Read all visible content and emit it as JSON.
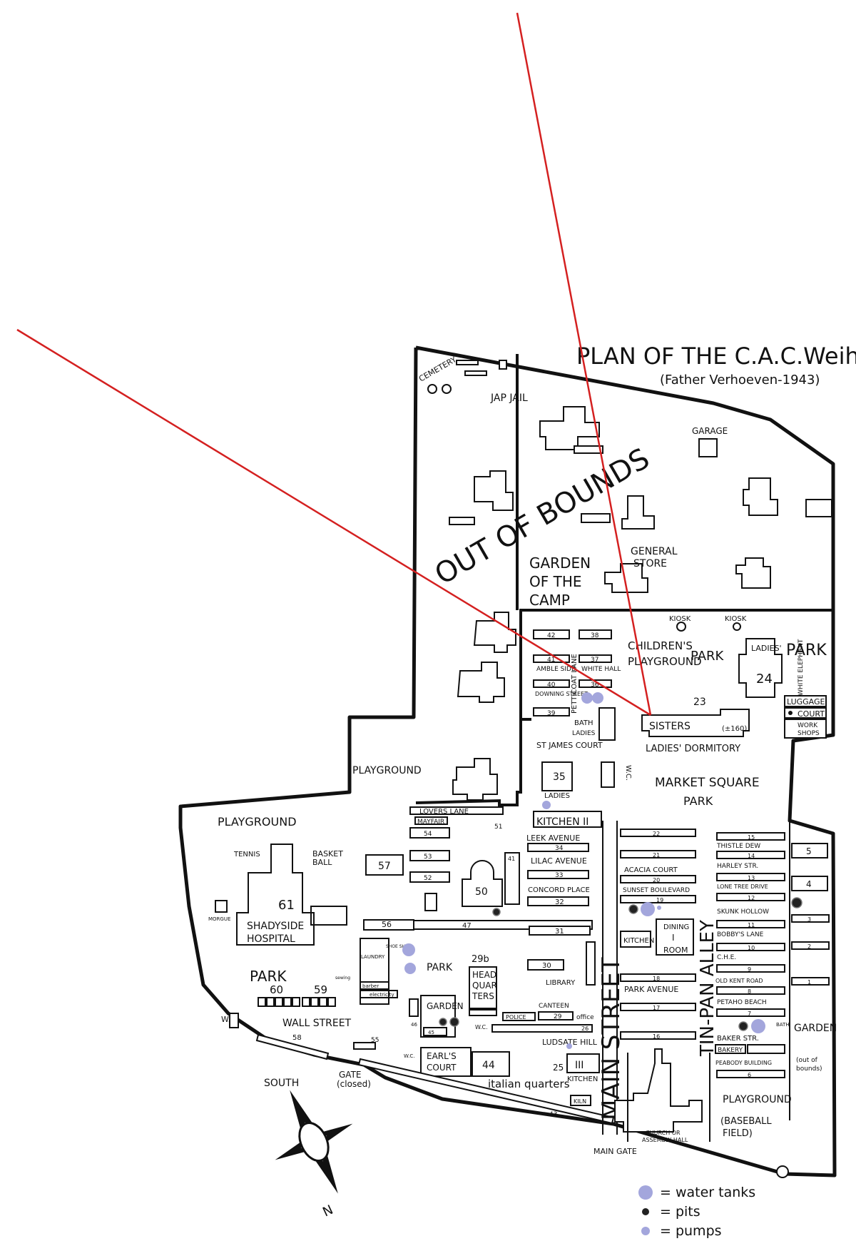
{
  "title": "PLAN OF THE C.A.C.Weihsien",
  "subtitle": "(Father Verhoeven-1943)",
  "colors": {
    "water_tank": "#a3a6dc",
    "pit": "#222222",
    "pump": "#a3a6dc",
    "pointer_line": "#d42020"
  },
  "labels": {
    "cemetery": "CEMETERY",
    "jap_jail": "JAP JAIL",
    "garage": "GARAGE",
    "out_of_bounds": "OUT OF BOUNDS",
    "garden_camp_1": "GARDEN",
    "garden_camp_2": "OF THE",
    "garden_camp_3": "CAMP",
    "general_store_1": "GENERAL",
    "general_store_2": "STORE",
    "kiosk_1": "KIOSK",
    "kiosk_2": "KIOSK",
    "childrens_1": "CHILDREN'S",
    "childrens_2": "PLAYGROUND",
    "park_top": "PARK",
    "park_right": "PARK",
    "ladies_24": "LADIES'",
    "n24": "24",
    "white_elephant": "WHITE ELEPHANT",
    "luggage": "LUGGAGE",
    "court": "COURT",
    "workshops_1": "WORK",
    "workshops_2": "SHOPS",
    "n23": "23",
    "sisters": "SISTERS",
    "sisters_count": "(±160)",
    "ladies_dorm": "LADIES' DORMITORY",
    "petticoat_lane": "PETTICOAT LANE",
    "b42": "42",
    "b38": "38",
    "b41": "41",
    "b37": "37",
    "b40": "40",
    "b36": "36",
    "b39": "39",
    "amble_side": "AMBLE SIDE",
    "white_hall": "WHITE HALL",
    "downing_street": "DOWNING STREET",
    "bath_ladies_1": "BATH",
    "bath_ladies_2": "LADIES",
    "st_james": "ST JAMES COURT",
    "n35": "35",
    "ladies_35": "LADIES",
    "wc_mid": "W.C.",
    "market_1": "MARKET SQUARE",
    "market_2": "PARK",
    "playground_mid": "PLAYGROUND",
    "lovers_lane": "LOVERS LANE",
    "mayfair": "MAYFAIR",
    "b54": "54",
    "b53": "53",
    "b52": "52",
    "b57": "57",
    "b50": "50",
    "b51": "51",
    "kitchen_ii": "KITCHEN II",
    "leek_avenue": "LEEK AVENUE",
    "b34": "34",
    "b33": "33",
    "b41b": "41",
    "lilac_avenue": "LILAC AVENUE",
    "concord_place": "CONCORD PLACE",
    "b32": "32",
    "b31": "31",
    "b47": "47",
    "b56": "56",
    "b30": "30",
    "playground_left": "PLAYGROUND",
    "tennis": "TENNIS",
    "basket_1": "BASKET",
    "basket_2": "BALL",
    "n61": "61",
    "shadyside_1": "SHADYSIDE",
    "shadyside_2": "HOSPITAL",
    "morgue": "MORGUE",
    "park_left": "PARK",
    "n60": "60",
    "n59": "59",
    "wc_left": "W.C.",
    "wall_street": "WALL STREET",
    "n58": "58",
    "n55": "55",
    "laundry": "LAUNDRY",
    "shoe_shop": "SHOE SHOP",
    "barber": "barber",
    "electricity": "electricity",
    "sewing": "sewing",
    "park_mid": "PARK",
    "n29b": "29b",
    "hq_1": "HEAD",
    "hq_2": "QUAR",
    "hq_3": "TERS",
    "library": "LIBRARY",
    "garden_mid": "GARDEN",
    "b46": "46",
    "b45": "45",
    "police": "POLICE",
    "canteen": "CANTEEN",
    "b29": "29",
    "office": "office",
    "b26": "26",
    "wc_hq": "W.C.",
    "ludsate": "LUDSATE HILL",
    "wc_low": "W.C.",
    "earls_1": "EARL'S",
    "earls_2": "COURT",
    "n44": "44",
    "n25": "25",
    "kitchen_iii_num": "III",
    "kitchen_iii": "KITCHEN",
    "italian": "italian quarters",
    "kiln": "KILN",
    "b43": "43",
    "main_street": "MAIN STREET",
    "tin_pan_alley": "TIN-PAN ALLEY",
    "b22": "22",
    "b21": "21",
    "b20": "20",
    "b19": "19",
    "b18": "18",
    "b17": "17",
    "b16": "16",
    "b15": "15",
    "b14": "14",
    "b13": "13",
    "b12": "12",
    "b11": "11",
    "b10": "10",
    "b9": "9",
    "b8": "8",
    "b7": "7",
    "b6": "6",
    "acacia": "ACACIA COURT",
    "sunset": "SUNSET BOULEVARD",
    "kitchen_i": "KITCHEN",
    "dining_1": "DINING",
    "dining_2": "I",
    "dining_3": "ROOM",
    "park_avenue": "PARK AVENUE",
    "thistle": "THISTLE DEW",
    "harley": "HARLEY STR.",
    "lone_tree": "LONE TREE DRIVE",
    "skunk": "SKUNK HOLLOW",
    "bobbys": "BOBBY'S LANE",
    "che": "C.H.E.",
    "old_kent": "OLD KENT ROAD",
    "petaho": "PETAHO BEACH",
    "bath_right": "BATH",
    "baker": "BAKER STR.",
    "bakery": "BAKERY",
    "peabody": "PEABODY BUILDING",
    "r5": "5",
    "r4": "4",
    "r3": "3",
    "r2": "2",
    "r1": "1",
    "garden_right": "GARDEN",
    "oob_right_1": "(out of",
    "oob_right_2": "bounds)",
    "playground_low": "PLAYGROUND",
    "baseball_1": "(BASEBALL",
    "baseball_2": "FIELD)",
    "church_1": "CHURCH OR",
    "church_2": "ASSEMBLY HALL",
    "main_gate": "MAIN GATE",
    "south": "SOUTH",
    "gate_1": "GATE",
    "gate_2": "(closed)",
    "compass_n": "N"
  },
  "legend": [
    {
      "key": "water_tanks",
      "label": "= water tanks"
    },
    {
      "key": "pits",
      "label": "= pits"
    },
    {
      "key": "pumps",
      "label": "= pumps"
    }
  ]
}
